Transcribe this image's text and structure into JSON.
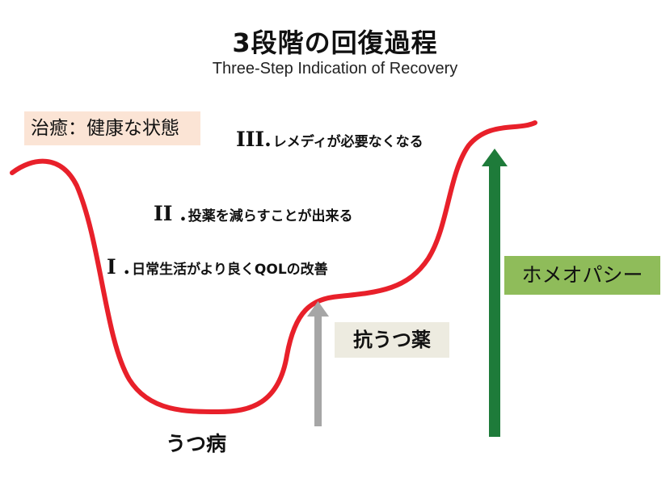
{
  "title": "3段階の回復過程",
  "subtitle": "Three-Step Indication of Recovery",
  "cure_label": "治癒：健康な状態",
  "steps": [
    {
      "numeral": "III.",
      "text": "レメディが必要なくなる"
    },
    {
      "numeral": "II .",
      "text": "投薬を減らすことが出来る"
    },
    {
      "numeral": "I .",
      "text": "日常生活がより良くQOLの改善"
    }
  ],
  "depression_label": "うつ病",
  "antidepressant_label": "抗うつ薬",
  "homeopathy_label": "ホメオパシー",
  "colors": {
    "curve": "#e8202a",
    "arrow_antidepressant": "#a6a6a6",
    "arrow_homeopathy": "#1e7b3a",
    "cure_box": "#fbe4d5",
    "antidepressant_box": "#edebe0",
    "homeopathy_box": "#8fbc5a"
  }
}
